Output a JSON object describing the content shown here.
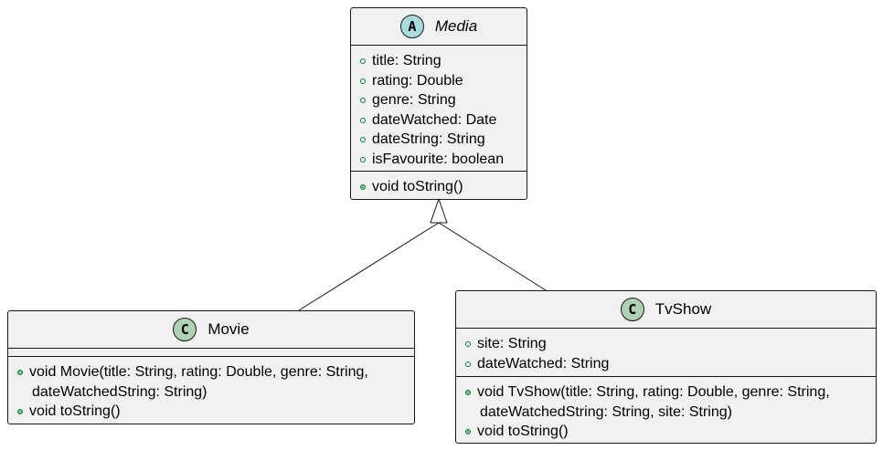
{
  "diagram_type": "UML class diagram",
  "classes": {
    "media": {
      "badge": "A",
      "stereotype": "abstract",
      "name": "Media",
      "attributes": [
        "title: String",
        "rating: Double",
        "genre: String",
        "dateWatched: Date",
        "dateString: String",
        "isFavourite: boolean"
      ],
      "operations": [
        "void toString()"
      ]
    },
    "movie": {
      "badge": "C",
      "stereotype": "class",
      "name": "Movie",
      "attributes": [],
      "operations": [
        "void Movie(title: String, rating: Double, genre: String,",
        "dateWatchedString: String)",
        "void toString()"
      ]
    },
    "tvshow": {
      "badge": "C",
      "stereotype": "class",
      "name": "TvShow",
      "attributes": [
        "site: String",
        "dateWatched: String"
      ],
      "operations": [
        "void TvShow(title: String, rating: Double, genre: String,",
        "dateWatchedString: String, site: String)",
        "void toString()"
      ]
    }
  },
  "relations": [
    {
      "type": "generalization",
      "from": "Movie",
      "to": "Media"
    },
    {
      "type": "generalization",
      "from": "TvShow",
      "to": "Media"
    }
  ],
  "colors": {
    "class_fill": "#f1f1f1",
    "border": "#181818",
    "abstract_badge": "#a9dcdf",
    "class_badge": "#add1b2",
    "visibility_public": "#038048"
  }
}
